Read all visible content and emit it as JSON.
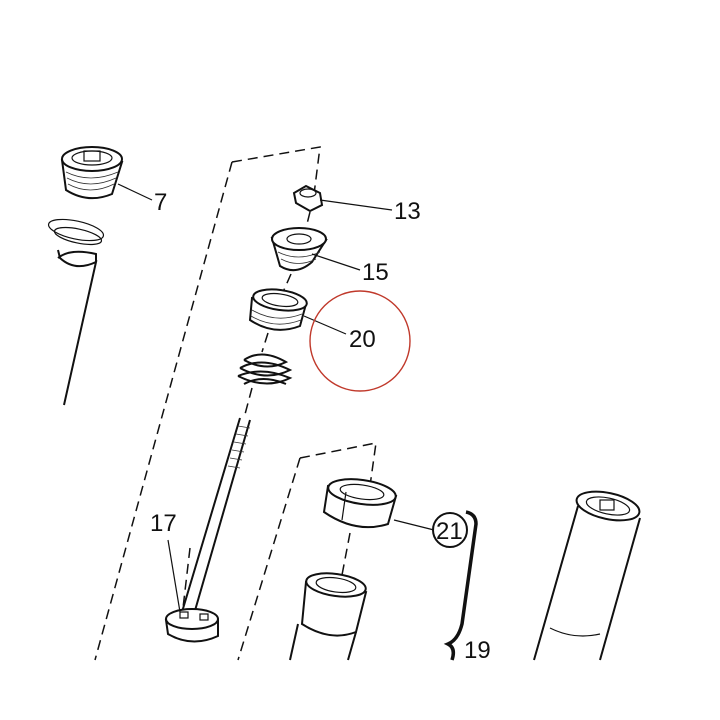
{
  "diagram": {
    "callouts": {
      "c7": "7",
      "c13": "13",
      "c15": "15",
      "c17": "17",
      "c19": "19",
      "c20": "20",
      "c21": "21"
    },
    "highlight_color": "#c0392b",
    "line_color": "#111111"
  }
}
